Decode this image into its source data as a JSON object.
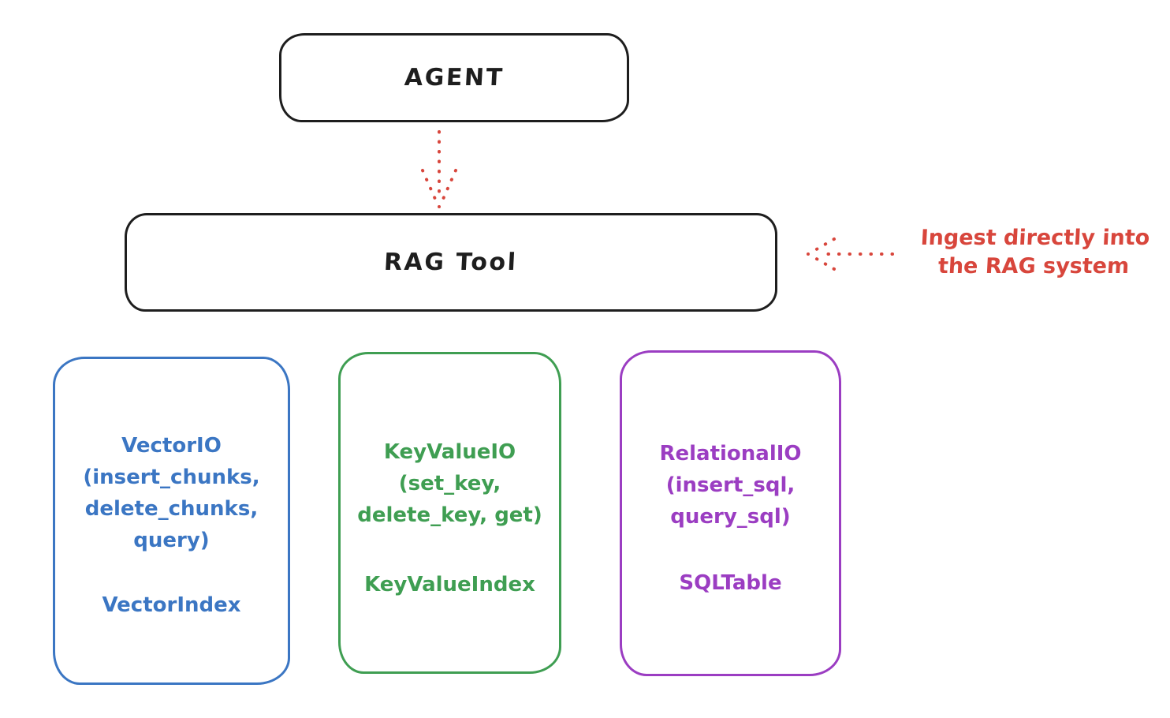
{
  "diagram": {
    "colors": {
      "ink": "#1e1e1e",
      "red": "#d8463c",
      "blue": "#3b76c3",
      "green": "#3f9e52",
      "purple": "#9b3dc2",
      "background": "#ffffff"
    },
    "nodes": {
      "agent": {
        "label": "AGENT"
      },
      "rag_tool": {
        "label": "RAG Tool"
      }
    },
    "annotation": {
      "line1": "Ingest directly into",
      "line2": "the RAG system"
    },
    "arrows": {
      "agent_to_rag": "dotted red arrow pointing down from AGENT to RAG Tool",
      "ingest_to_rag": "dotted red arrow pointing left from annotation toward RAG Tool"
    },
    "storage_boxes": [
      {
        "id": "vector-io",
        "color": "#3b76c3",
        "lines": [
          "VectorIO",
          "(insert_chunks,",
          "delete_chunks,",
          "query)"
        ],
        "index_label": "VectorIndex"
      },
      {
        "id": "keyvalue-io",
        "color": "#3f9e52",
        "lines": [
          "KeyValueIO",
          "(set_key,",
          "delete_key, get)"
        ],
        "index_label": "KeyValueIndex"
      },
      {
        "id": "relational-io",
        "color": "#9b3dc2",
        "lines": [
          "RelationalIO",
          "(insert_sql,",
          "query_sql)"
        ],
        "index_label": "SQLTable"
      }
    ]
  }
}
